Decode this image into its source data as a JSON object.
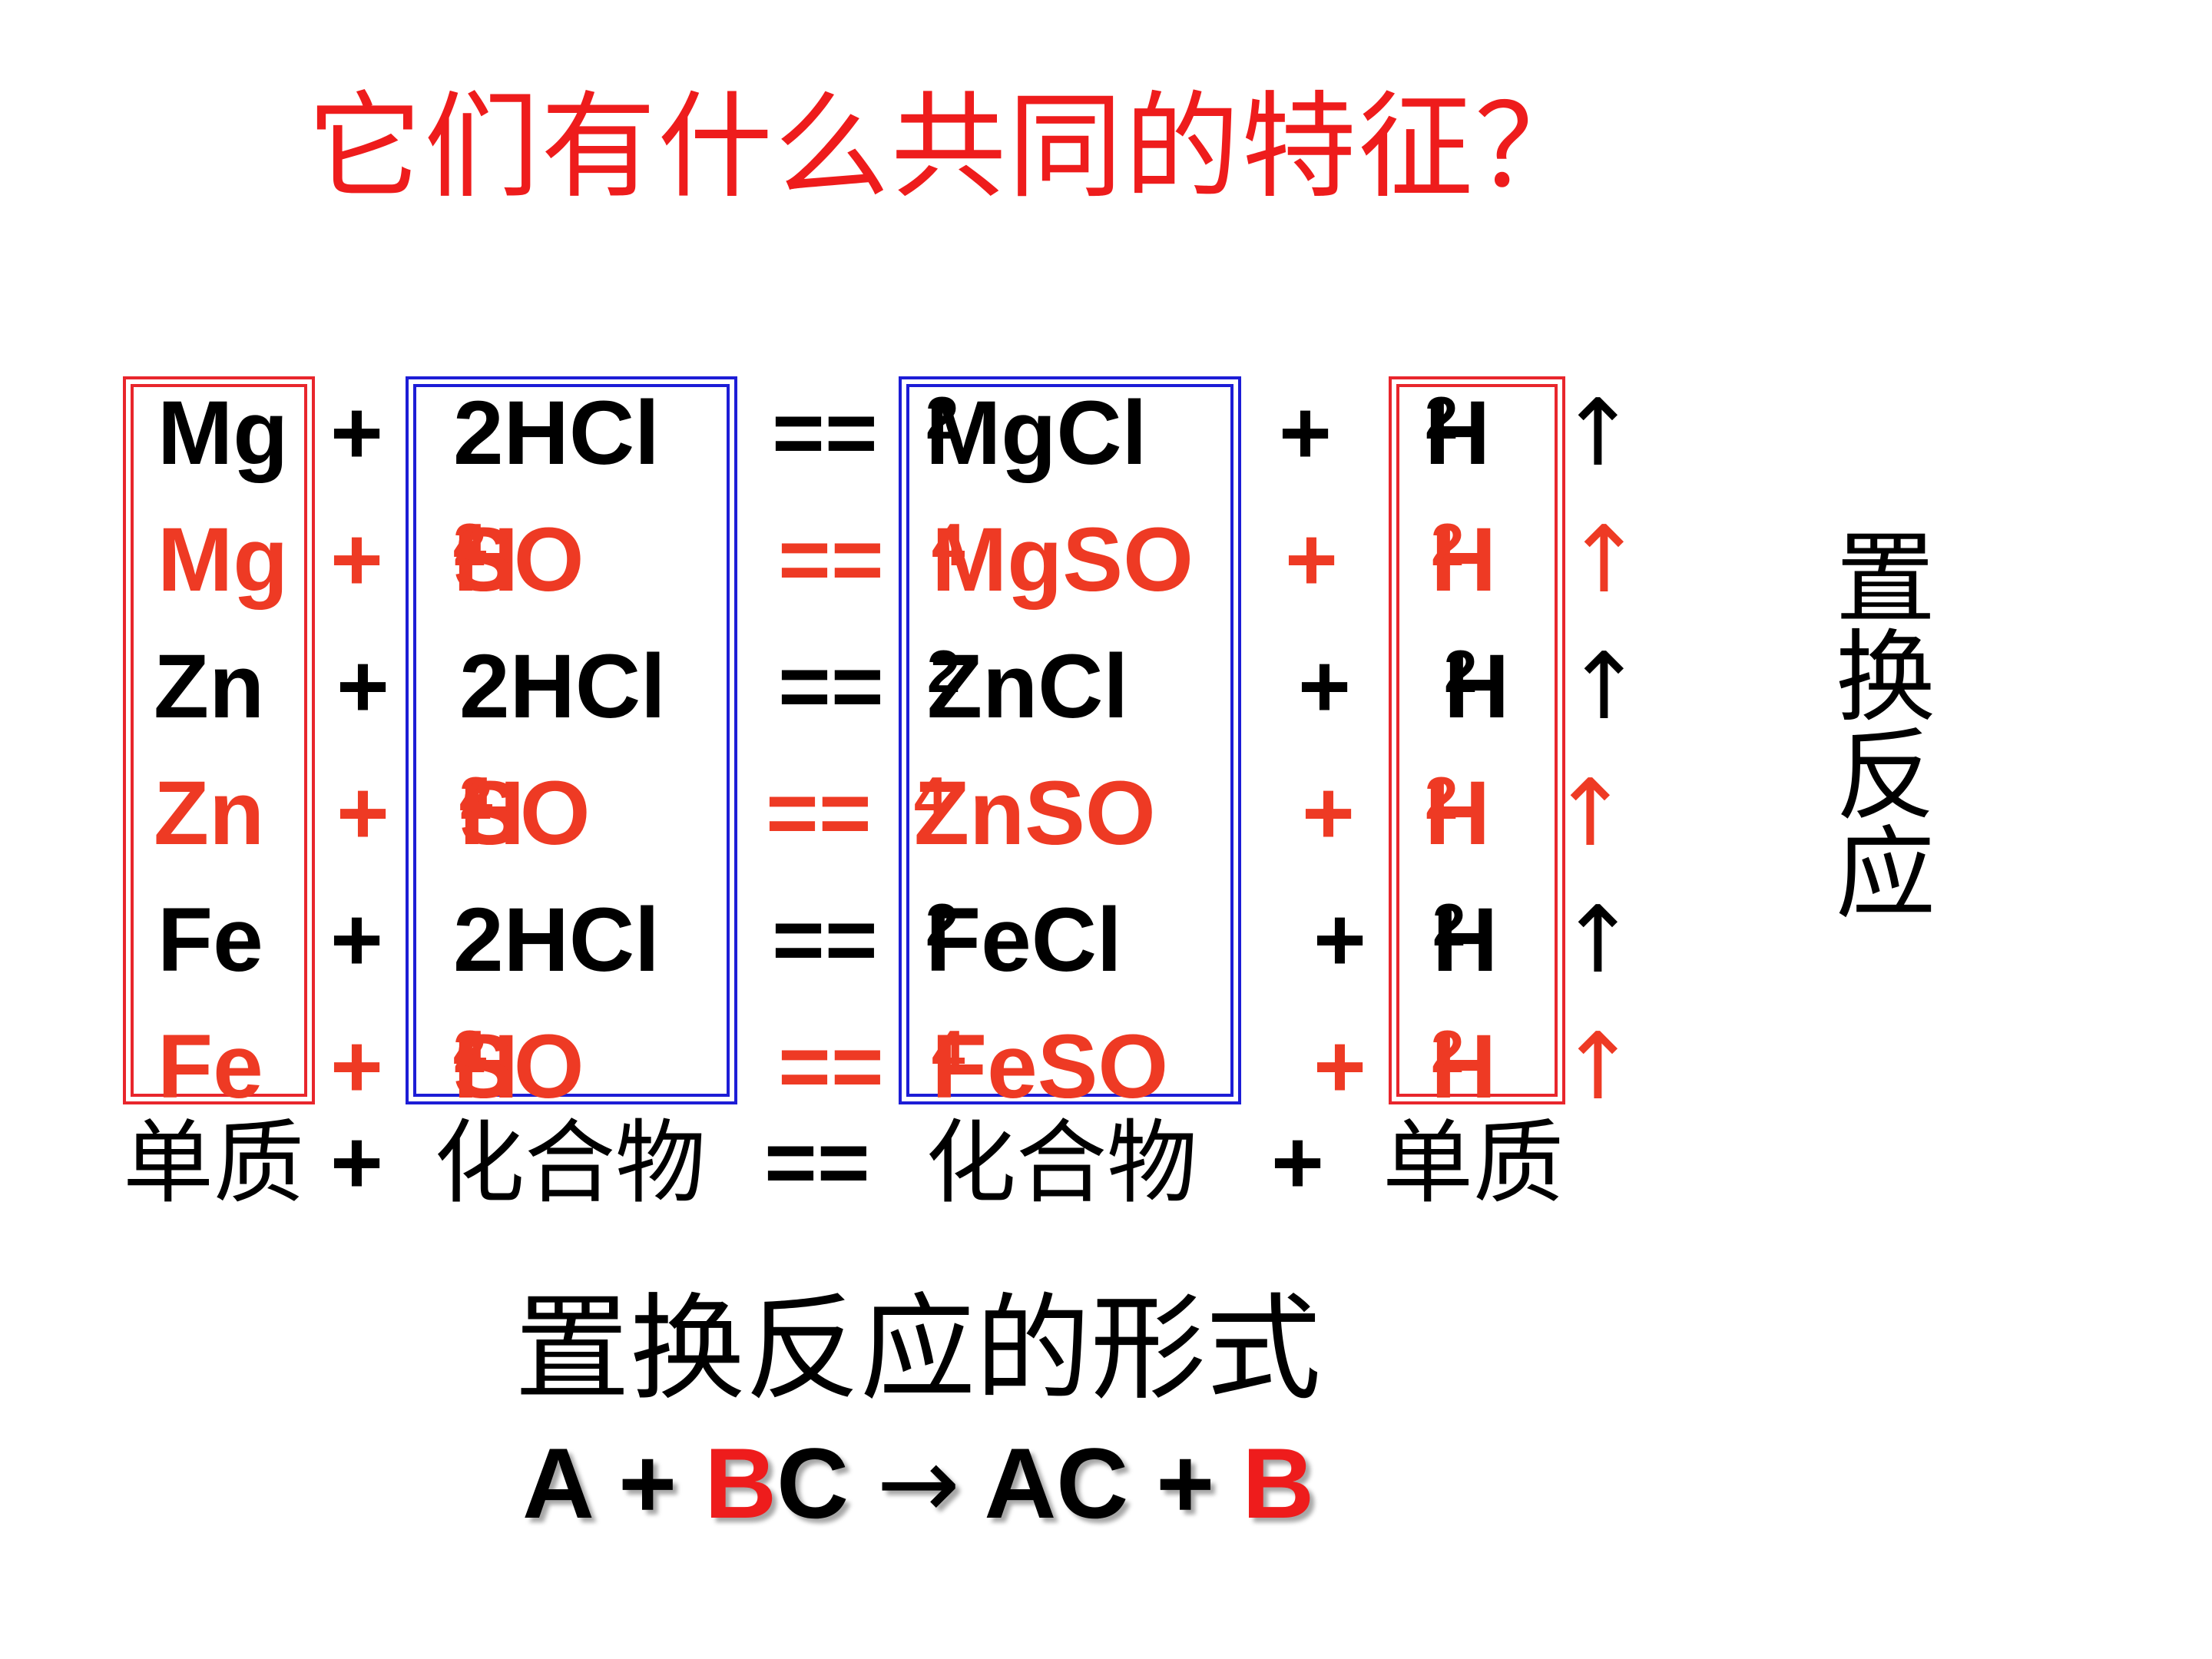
{
  "title": "它们有什么共同的特征？",
  "colors": {
    "black": "#000000",
    "red": "#ee3a24",
    "red_box": "#e8262c",
    "blue_box": "#1d1dd6",
    "title_red": "#ee1c1c"
  },
  "equations": [
    {
      "color": "black",
      "reactant1": "Mg",
      "plus": "+",
      "acid_pre": "2HCl",
      "acid_sub": "",
      "acid_post": "",
      "eq": "==",
      "salt_pre": "MgCl",
      "salt_sub": "2",
      "salt_post": "",
      "plus2": "+",
      "gas": "H",
      "gas_sub": "2",
      "arrow": "↑"
    },
    {
      "color": "red",
      "reactant1": "Mg",
      "plus": "+",
      "acid_pre": "H",
      "acid_sub": "2",
      "acid_post": "SO",
      "acid_sub2": "4",
      "eq": "==",
      "salt_pre": "MgSO",
      "salt_sub": "4",
      "salt_post": "",
      "plus2": "+",
      "gas": "H",
      "gas_sub": "2",
      "arrow": "↑"
    },
    {
      "color": "black",
      "reactant1": "Zn",
      "plus": "+",
      "acid_pre": "2HCl",
      "acid_sub": "",
      "acid_post": "",
      "eq": "==",
      "salt_pre": "ZnCl",
      "salt_sub": "2",
      "salt_post": "",
      "plus2": "+",
      "gas": "H",
      "gas_sub": "2",
      "arrow": "↑"
    },
    {
      "color": "red",
      "reactant1": "Zn",
      "plus": "+",
      "acid_pre": "H",
      "acid_sub": "2",
      "acid_post": "SO",
      "acid_sub2": "4",
      "eq": "==",
      "salt_pre": "ZnSO",
      "salt_sub": "4",
      "salt_post": "",
      "plus2": "+",
      "gas": "H",
      "gas_sub": "2",
      "arrow": "↑"
    },
    {
      "color": "black",
      "reactant1": "Fe",
      "plus": "+",
      "acid_pre": "2HCl",
      "acid_sub": "",
      "acid_post": "",
      "eq": "==",
      "salt_pre": "FeCl",
      "salt_sub": "2",
      "salt_post": "",
      "plus2": "+",
      "gas": "H",
      "gas_sub": "2",
      "arrow": "↑"
    },
    {
      "color": "red",
      "reactant1": "Fe",
      "plus": "+",
      "acid_pre": "H",
      "acid_sub": "2",
      "acid_post": "SO",
      "acid_sub2": "4",
      "eq": "==",
      "salt_pre": "FeSO",
      "salt_sub": "4",
      "salt_post": "",
      "plus2": "+",
      "gas": "H",
      "gas_sub": "2",
      "arrow": "↑"
    }
  ],
  "word_equation": {
    "a": "单质",
    "plus": "+",
    "b": "化合物",
    "eq": "==",
    "c": "化合物",
    "plus2": "+",
    "d": "单质"
  },
  "side_label": [
    "置",
    "换",
    "反",
    "应"
  ],
  "form_title": "置换反应的形式",
  "formula": {
    "a": "A",
    "plus": "+",
    "b": "B",
    "c": "C",
    "arrow": "→",
    "ac": "AC",
    "plus2": "+",
    "b2": "B"
  }
}
